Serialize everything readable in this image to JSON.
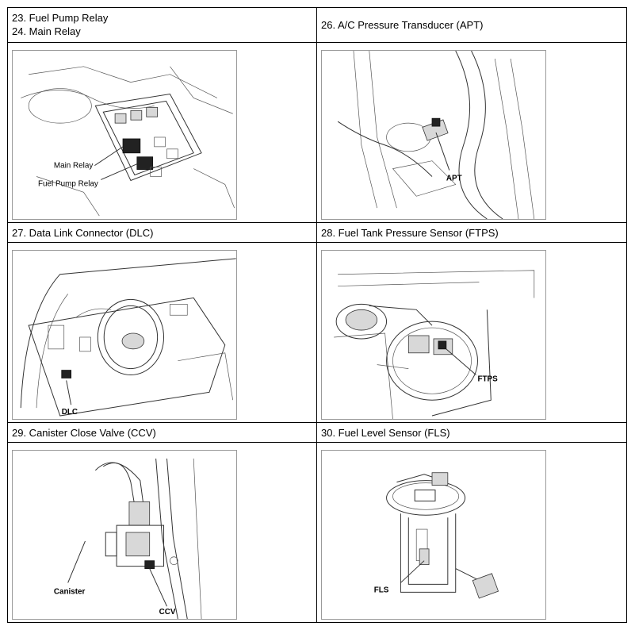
{
  "rows": [
    {
      "left": {
        "titles": [
          "23. Fuel Pump Relay",
          "24. Main Relay"
        ],
        "callouts": [
          "Main Relay",
          "Fuel Pump Relay"
        ]
      },
      "right": {
        "titles": [
          "26. A/C Pressure Transducer (APT)"
        ],
        "callouts": [
          "APT"
        ]
      }
    },
    {
      "left": {
        "titles": [
          "27. Data Link Connector (DLC)"
        ],
        "callouts": [
          "DLC"
        ]
      },
      "right": {
        "titles": [
          "28. Fuel Tank Pressure Sensor (FTPS)"
        ],
        "callouts": [
          "FTPS"
        ]
      }
    },
    {
      "left": {
        "titles": [
          "29. Canister Close Valve (CCV)"
        ],
        "callouts": [
          "Canister",
          "CCV"
        ]
      },
      "right": {
        "titles": [
          "30. Fuel Level Sensor (FLS)"
        ],
        "callouts": [
          "FLS"
        ]
      }
    }
  ]
}
